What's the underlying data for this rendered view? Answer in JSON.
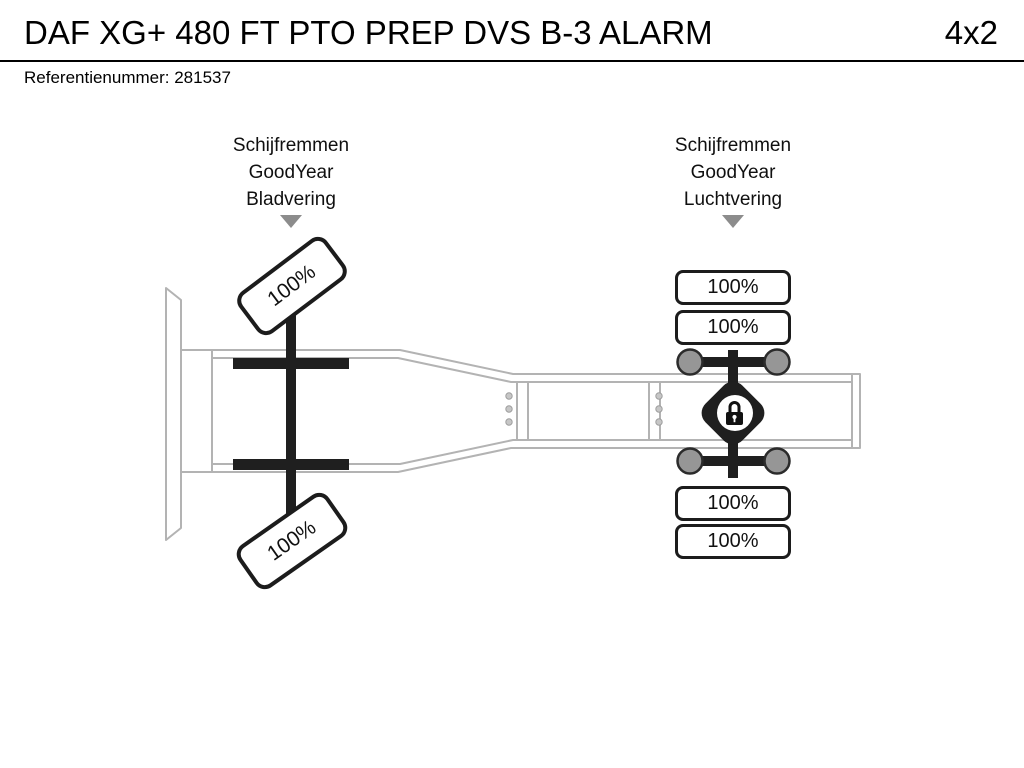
{
  "header": {
    "title": "DAF XG+ 480 FT PTO PREP DVS B-3 ALARM",
    "axle_config": "4x2",
    "reference": "Referentienummer: 281537"
  },
  "diagram": {
    "front_axle": {
      "annotation": [
        "Schijfremmen",
        "GoodYear",
        "Bladvering"
      ],
      "wheels": [
        {
          "label": "100%"
        },
        {
          "label": "100%"
        }
      ]
    },
    "rear_axle": {
      "annotation": [
        "Schijfremmen",
        "GoodYear",
        "Luchtvering"
      ],
      "wheels": [
        {
          "label": "100%"
        },
        {
          "label": "100%"
        },
        {
          "label": "100%"
        },
        {
          "label": "100%"
        }
      ]
    },
    "colors": {
      "frame_outline": "#b3b3b3",
      "axle_black": "#1f1f1f",
      "arrow_gray": "#8c8c8c"
    }
  }
}
